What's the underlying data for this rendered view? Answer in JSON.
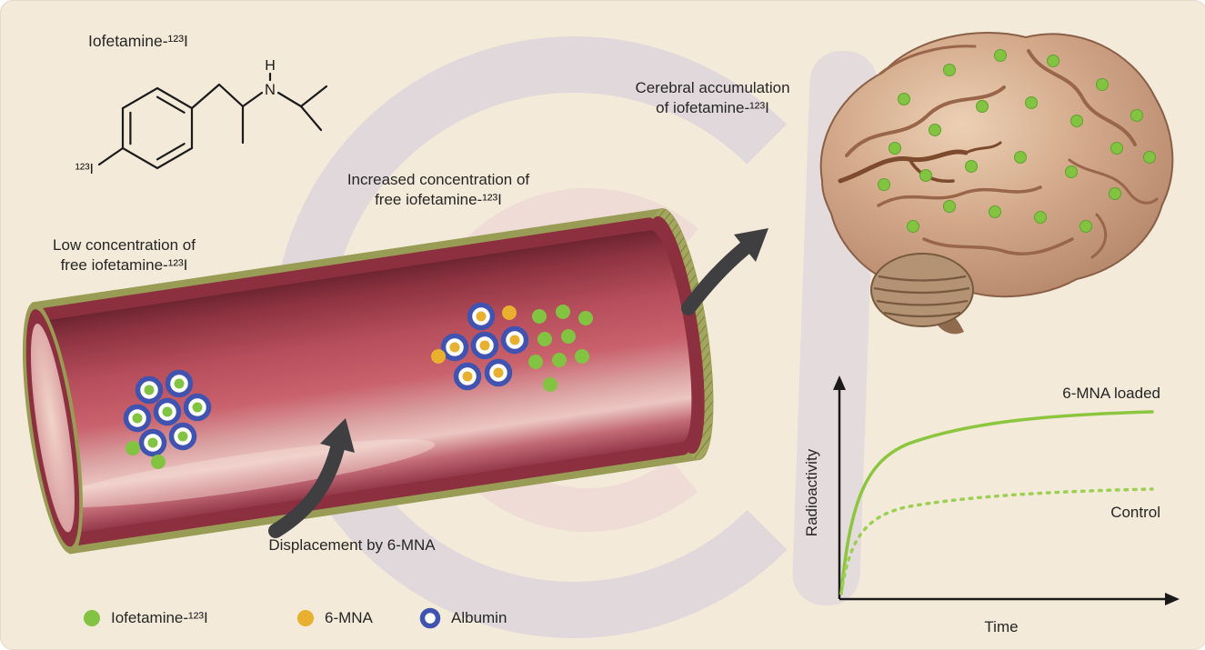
{
  "molecule": {
    "title": "Iofetamine-¹²³I",
    "iodine_label": "¹²³I",
    "amine_h": "H",
    "amine_n": "N"
  },
  "annotations": {
    "low_line1": "Low concentration of",
    "low_line2": "free iofetamine-¹²³I",
    "increased_line1": "Increased concentration of",
    "increased_line2": "free iofetamine-¹²³I",
    "cerebral_line1": "Cerebral accumulation",
    "cerebral_line2": "of iofetamine-¹²³I",
    "displacement": "Displacement by 6-MNA"
  },
  "graph": {
    "ylabel": "Radioactivity",
    "xlabel": "Time",
    "loaded_label": "6-MNA loaded",
    "control_label": "Control"
  },
  "legend": {
    "iofetamine": "Iofetamine-¹²³I",
    "mna": "6-MNA",
    "albumin": "Albumin"
  },
  "colors": {
    "iofetamine_green": "#82c341",
    "mna_yellow": "#e8b02e",
    "albumin_blue": "#4053b0",
    "curve_green": "#8cc63f",
    "vessel_wall": "#8c2f3e",
    "vessel_sheath": "#999c55",
    "arrow_dark": "#3f3f42",
    "background": "#f3ead9"
  },
  "chart_data": {
    "type": "line",
    "title": "",
    "xlabel": "Time",
    "ylabel": "Radioactivity",
    "axis_tick_labels": "none (arbitrary units, arrow-ended axes)",
    "grid": false,
    "legend_position": "inline annotations at right of curves",
    "series": [
      {
        "name": "6-MNA loaded",
        "line_style": "solid",
        "color": "#8cc63f",
        "x": [
          0,
          0.5,
          1,
          2,
          3,
          4,
          6,
          8,
          10
        ],
        "y": [
          0,
          35,
          55,
          72,
          80,
          84,
          88,
          90,
          91
        ]
      },
      {
        "name": "Control",
        "line_style": "dotted",
        "color": "#8cc63f",
        "x": [
          0,
          0.5,
          1,
          2,
          3,
          4,
          6,
          8,
          10
        ],
        "y": [
          0,
          25,
          38,
          48,
          53,
          55,
          57,
          58,
          58
        ]
      }
    ]
  }
}
